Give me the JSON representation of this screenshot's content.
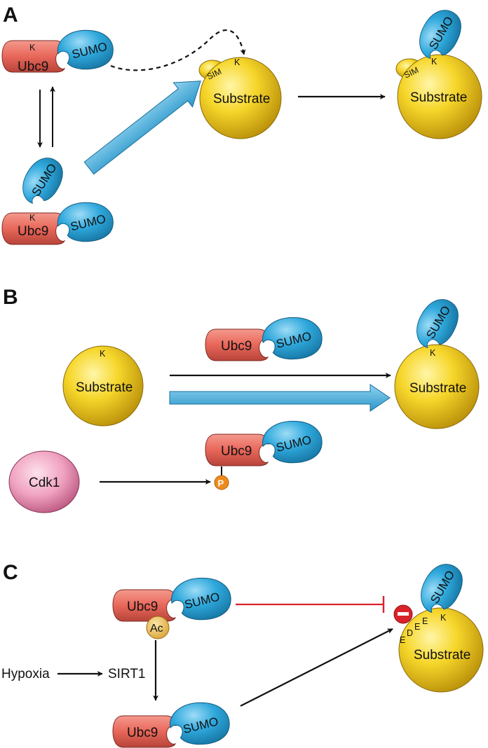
{
  "panels": {
    "a": "A",
    "b": "B",
    "c": "C"
  },
  "molecules": {
    "ubc9": "Ubc9",
    "sumo": "SUMO",
    "substrate": "Substrate",
    "lysine": "K",
    "sim": "SIM",
    "cdk1": "Cdk1",
    "phospho": "P",
    "acetyl": "Ac"
  },
  "labels": {
    "hypoxia": "Hypoxia",
    "sirt1": "SIRT1"
  },
  "acidic_residues": [
    "E",
    "D",
    "E",
    "E"
  ],
  "colors": {
    "ubc9": "#e8675a",
    "sumo": "#2fa8dc",
    "substrate": "#f6d62a",
    "cdk1": "#e27fa3",
    "phospho": "#ef8a1e",
    "acetyl": "#f4c55a",
    "inhibit": "#d9232b",
    "block_arrow": "#55b8e3",
    "arrow": "#111111"
  }
}
